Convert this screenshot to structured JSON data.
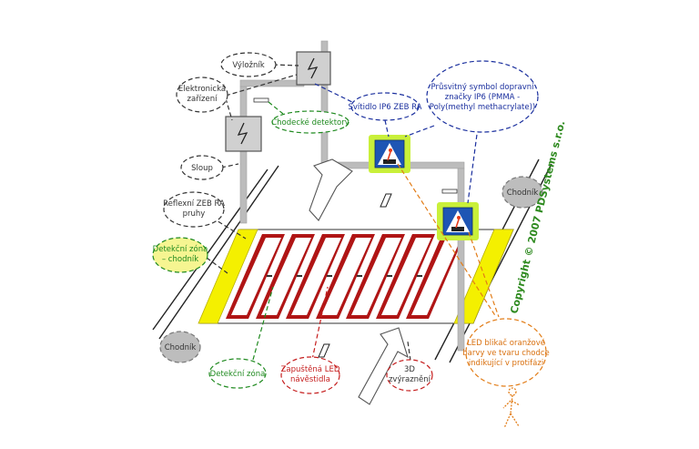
{
  "labels": {
    "vylozník": "Výložník",
    "elektronicka_1": "Elektronická",
    "elektronicka_2": "zařízení",
    "chodecke_detektory": "Chodecké detektory",
    "svitidlo": "Svítidlo IP6 ZEB RA",
    "pruhledny_1": "Průsvitný symbol dopravní",
    "pruhledny_2": "značky IP6 (PMMA -",
    "pruhledny_3": "Poly(methyl methacrylate))",
    "sloup": "Sloup",
    "reflexni_1": "Reflexní ZEB RA",
    "reflexni_2": "pruhy",
    "detekcni_chodnik_1": "Detekční zóna",
    "detekcni_chodnik_2": "– chodník",
    "chodnik_left": "Chodník",
    "chodnik_right": "Chodník",
    "detekcni_zona": "Detekční zóna",
    "zapustena_1": "Zapuštěná LED",
    "zapustena_2": "návěstidla",
    "zvyrazneni_1": "3D",
    "zvyrazneni_2": "zvýraznění",
    "led_1": "LED blikač oranžové",
    "led_2": "barvy ve tvaru chodce",
    "led_3": "indikující v protifázi",
    "copyright": "Copyright © 2007 PDSystems s.r.o."
  },
  "colors": {
    "gray_pole": "#bcbcbc",
    "stripe_red": "#b01515",
    "yellow_zone": "#f4f000",
    "sign_blue": "#1e55b4",
    "sign_glow": "#c9f03a",
    "blue": "#1a2f9e",
    "green": "#1f8a1f",
    "red": "#c51d1d",
    "orange": "#e27c16"
  }
}
